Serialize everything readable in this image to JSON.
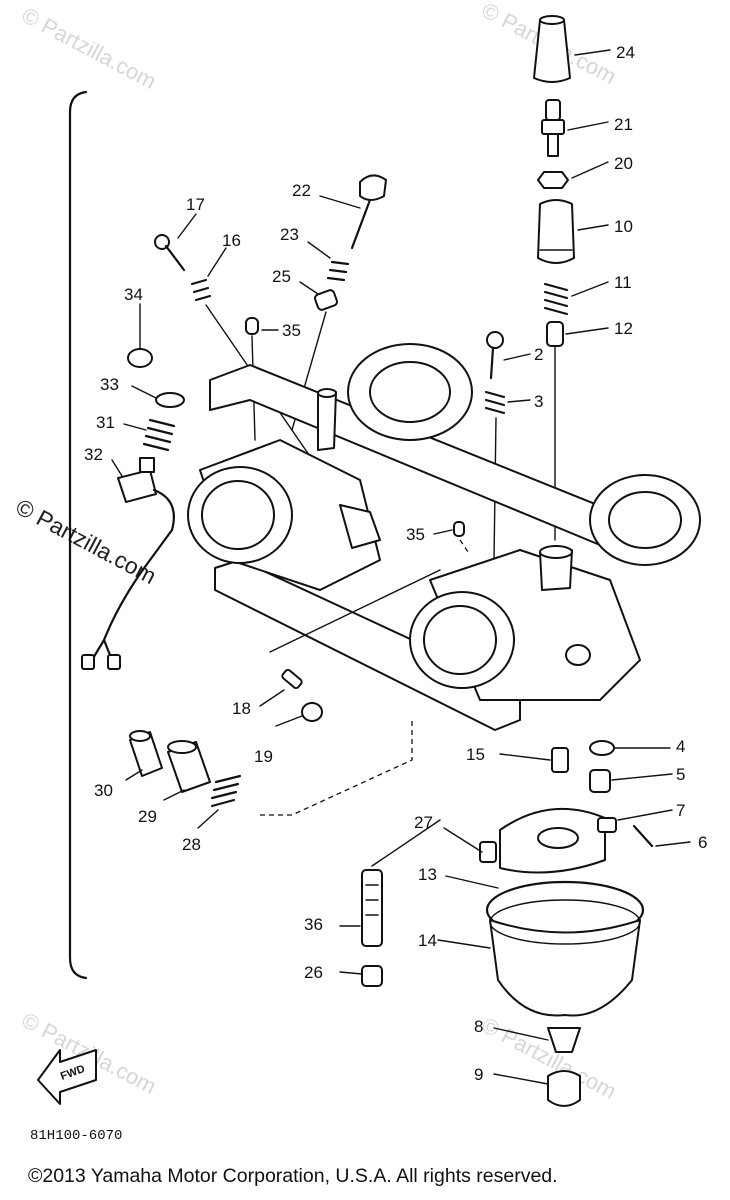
{
  "diagram": {
    "code": "81H100-6070",
    "copyright": "©2013 Yamaha Motor Corporation, U.S.A. All rights reserved.",
    "watermark": "© Partzilla.com",
    "fwd_label": "FWD",
    "callouts": [
      {
        "id": "c24",
        "text": "24"
      },
      {
        "id": "c21",
        "text": "21"
      },
      {
        "id": "c20",
        "text": "20"
      },
      {
        "id": "c10",
        "text": "10"
      },
      {
        "id": "c11",
        "text": "11"
      },
      {
        "id": "c12",
        "text": "12"
      },
      {
        "id": "c2",
        "text": "2"
      },
      {
        "id": "c3",
        "text": "3"
      },
      {
        "id": "c22",
        "text": "22"
      },
      {
        "id": "c17",
        "text": "17"
      },
      {
        "id": "c16",
        "text": "16"
      },
      {
        "id": "c23",
        "text": "23"
      },
      {
        "id": "c25",
        "text": "25"
      },
      {
        "id": "c34",
        "text": "34"
      },
      {
        "id": "c35a",
        "text": "35"
      },
      {
        "id": "c33",
        "text": "33"
      },
      {
        "id": "c31",
        "text": "31"
      },
      {
        "id": "c32",
        "text": "32"
      },
      {
        "id": "c35b",
        "text": "35"
      },
      {
        "id": "c18",
        "text": "18"
      },
      {
        "id": "c19",
        "text": "19"
      },
      {
        "id": "c30",
        "text": "30"
      },
      {
        "id": "c29",
        "text": "29"
      },
      {
        "id": "c28",
        "text": "28"
      },
      {
        "id": "c15",
        "text": "15"
      },
      {
        "id": "c4",
        "text": "4"
      },
      {
        "id": "c5",
        "text": "5"
      },
      {
        "id": "c7",
        "text": "7"
      },
      {
        "id": "c6",
        "text": "6"
      },
      {
        "id": "c27",
        "text": "27"
      },
      {
        "id": "c13",
        "text": "13"
      },
      {
        "id": "c36",
        "text": "36"
      },
      {
        "id": "c14",
        "text": "14"
      },
      {
        "id": "c26",
        "text": "26"
      },
      {
        "id": "c8",
        "text": "8"
      },
      {
        "id": "c9",
        "text": "9"
      }
    ]
  }
}
